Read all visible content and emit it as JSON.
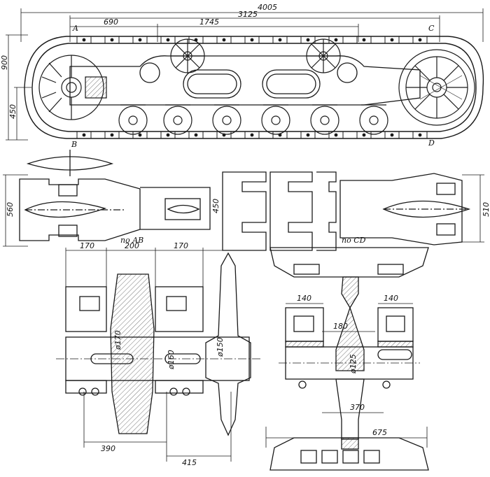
{
  "top_view": {
    "dims": {
      "overall": "4005",
      "centers": "3125",
      "left_offset": "690",
      "mid_span": "1745",
      "height": "900",
      "axle_height": "450"
    },
    "section_marks": {
      "a": "A",
      "b": "B",
      "c": "C",
      "d": "D"
    }
  },
  "plan_view": {
    "dims": {
      "left_width": "560",
      "centre_width": "450",
      "right_width": "510"
    }
  },
  "section_ab": {
    "title": "по AB",
    "dims": {
      "left_w": "170",
      "mid_w": "200",
      "right_w": "170",
      "d1": "ø170",
      "d2": "ø160",
      "d3": "ø150",
      "bottom_a": "390",
      "bottom_b": "415"
    }
  },
  "section_cd": {
    "title": "по CD",
    "dims": {
      "left_w": "140",
      "right_w": "140",
      "web": "180",
      "d1": "ø125",
      "inner": "370",
      "outer": "675"
    }
  }
}
